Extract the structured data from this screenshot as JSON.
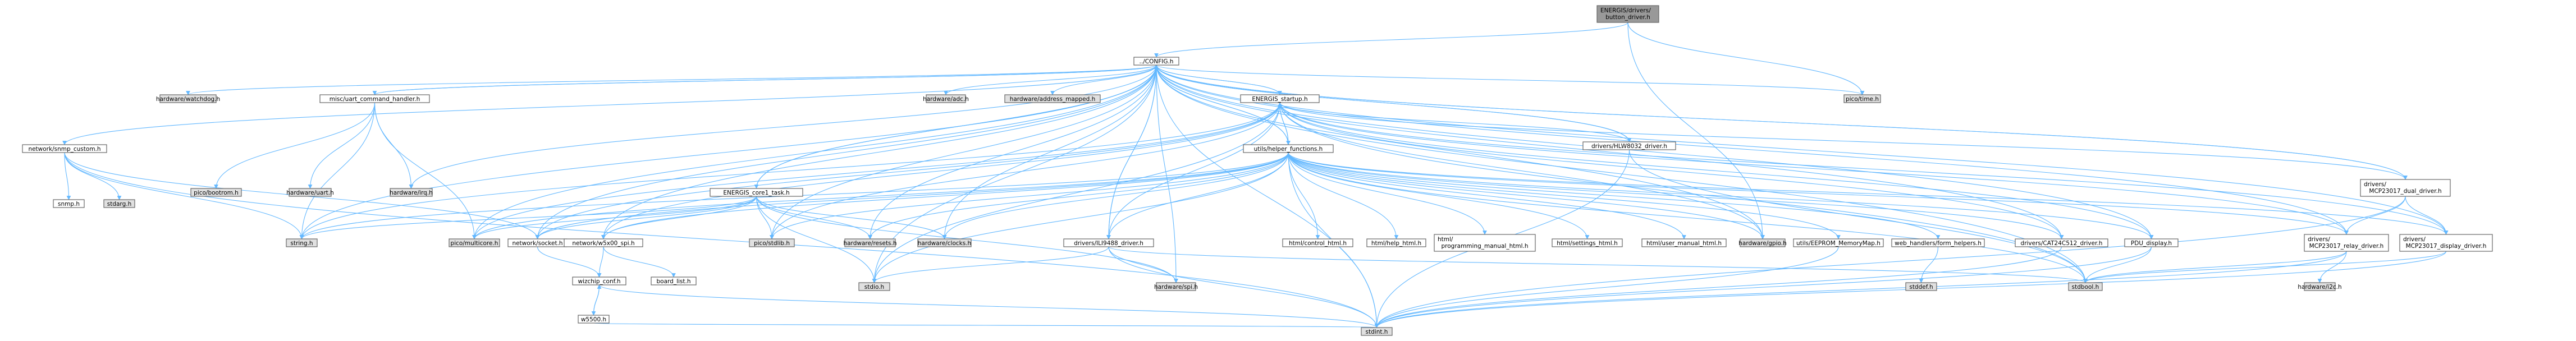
{
  "colors": {
    "root_fill": "#999999",
    "node_fill": "#ffffff",
    "system_header_fill": "#e0e0e0",
    "node_border": "#666666",
    "edge": "#63b8ff"
  },
  "nodes": [
    {
      "id": "root",
      "label": "ENERGIS/drivers/button_driver.h",
      "kind": "root"
    },
    {
      "id": "config",
      "label": "../CONFIG.h",
      "kind": "file"
    },
    {
      "id": "watchdog",
      "label": "hardware/watchdog.h",
      "kind": "system"
    },
    {
      "id": "uart_cmd",
      "label": "misc/uart_command_handler.h",
      "kind": "file"
    },
    {
      "id": "adc",
      "label": "hardware/adc.h",
      "kind": "system"
    },
    {
      "id": "addrmap",
      "label": "hardware/address_mapped.h",
      "kind": "system"
    },
    {
      "id": "picotime",
      "label": "pico/time.h",
      "kind": "system"
    },
    {
      "id": "bootrom",
      "label": "pico/bootrom.h",
      "kind": "system"
    },
    {
      "id": "uart",
      "label": "hardware/uart.h",
      "kind": "system"
    },
    {
      "id": "irq",
      "label": "hardware/irq.h",
      "kind": "system"
    },
    {
      "id": "snmp_custom",
      "label": "network/snmp_custom.h",
      "kind": "file"
    },
    {
      "id": "snmp",
      "label": "snmp.h",
      "kind": "file"
    },
    {
      "id": "stdarg",
      "label": "stdarg.h",
      "kind": "system"
    },
    {
      "id": "string",
      "label": "string.h",
      "kind": "system"
    },
    {
      "id": "core1_task",
      "label": "ENERGIS_core1_task.h",
      "kind": "file"
    },
    {
      "id": "startup",
      "label": "ENERGIS_startup.h",
      "kind": "file"
    },
    {
      "id": "helper",
      "label": "utils/helper_functions.h",
      "kind": "file"
    },
    {
      "id": "hlw8032",
      "label": "drivers/HLW8032_driver.h",
      "kind": "file"
    },
    {
      "id": "multicore",
      "label": "pico/multicore.h",
      "kind": "system"
    },
    {
      "id": "socket",
      "label": "network/socket.h",
      "kind": "file"
    },
    {
      "id": "w5x00_spi",
      "label": "network/w5x00_spi.h",
      "kind": "file"
    },
    {
      "id": "stdlib",
      "label": "pico/stdlib.h",
      "kind": "system"
    },
    {
      "id": "resets",
      "label": "hardware/resets.h",
      "kind": "system"
    },
    {
      "id": "clocks",
      "label": "hardware/clocks.h",
      "kind": "system"
    },
    {
      "id": "ili9488",
      "label": "drivers/ILI9488_driver.h",
      "kind": "file"
    },
    {
      "id": "control_html",
      "label": "html/control_html.h",
      "kind": "file"
    },
    {
      "id": "help_html",
      "label": "html/help_html.h",
      "kind": "file"
    },
    {
      "id": "prog_manual",
      "label": "html/programming_manual_html.h",
      "kind": "file"
    },
    {
      "id": "settings_html",
      "label": "html/settings_html.h",
      "kind": "file"
    },
    {
      "id": "user_manual",
      "label": "html/user_manual_html.h",
      "kind": "file"
    },
    {
      "id": "gpio",
      "label": "hardware/gpio.h",
      "kind": "system"
    },
    {
      "id": "eeprom_map",
      "label": "utils/EEPROM_MemoryMap.h",
      "kind": "file"
    },
    {
      "id": "form_helpers",
      "label": "web_handlers/form_helpers.h",
      "kind": "file"
    },
    {
      "id": "cat24c512",
      "label": "drivers/CAT24C512_driver.h",
      "kind": "file"
    },
    {
      "id": "pdu_display",
      "label": "PDU_display.h",
      "kind": "file"
    },
    {
      "id": "mcp_dual",
      "label": "drivers/MCP23017_dual_driver.h",
      "kind": "file"
    },
    {
      "id": "mcp_relay",
      "label": "drivers/MCP23017_relay_driver.h",
      "kind": "file"
    },
    {
      "id": "mcp_display",
      "label": "drivers/MCP23017_display_driver.h",
      "kind": "file"
    },
    {
      "id": "wizchip_conf",
      "label": "wizchip_conf.h",
      "kind": "file"
    },
    {
      "id": "board_list",
      "label": "board_list.h",
      "kind": "file"
    },
    {
      "id": "stdio",
      "label": "stdio.h",
      "kind": "system"
    },
    {
      "id": "spi",
      "label": "hardware/spi.h",
      "kind": "system"
    },
    {
      "id": "stdbool",
      "label": "stdbool.h",
      "kind": "system"
    },
    {
      "id": "stddef",
      "label": "stddef.h",
      "kind": "system"
    },
    {
      "id": "i2c",
      "label": "hardware/i2c.h",
      "kind": "system"
    },
    {
      "id": "w5500",
      "label": "w5500.h",
      "kind": "file"
    },
    {
      "id": "stdint",
      "label": "stdint.h",
      "kind": "system"
    }
  ],
  "edges": [
    [
      "root",
      "config"
    ],
    [
      "root",
      "picotime"
    ],
    [
      "root",
      "gpio"
    ],
    [
      "config",
      "watchdog"
    ],
    [
      "config",
      "uart_cmd"
    ],
    [
      "config",
      "adc"
    ],
    [
      "config",
      "addrmap"
    ],
    [
      "config",
      "picotime"
    ],
    [
      "config",
      "snmp_custom"
    ],
    [
      "config",
      "core1_task"
    ],
    [
      "config",
      "startup"
    ],
    [
      "config",
      "helper"
    ],
    [
      "config",
      "hlw8032"
    ],
    [
      "config",
      "multicore"
    ],
    [
      "config",
      "socket"
    ],
    [
      "config",
      "w5x00_spi"
    ],
    [
      "config",
      "stdlib"
    ],
    [
      "config",
      "resets"
    ],
    [
      "config",
      "clocks"
    ],
    [
      "config",
      "ili9488"
    ],
    [
      "config",
      "gpio"
    ],
    [
      "config",
      "cat24c512"
    ],
    [
      "config",
      "pdu_display"
    ],
    [
      "config",
      "mcp_dual"
    ],
    [
      "config",
      "mcp_relay"
    ],
    [
      "config",
      "mcp_display"
    ],
    [
      "config",
      "string"
    ],
    [
      "config",
      "stdio"
    ],
    [
      "config",
      "spi"
    ],
    [
      "config",
      "stdbool"
    ],
    [
      "config",
      "stdint"
    ],
    [
      "config",
      "irq"
    ],
    [
      "uart_cmd",
      "bootrom"
    ],
    [
      "uart_cmd",
      "uart"
    ],
    [
      "uart_cmd",
      "irq"
    ],
    [
      "uart_cmd",
      "string"
    ],
    [
      "uart_cmd",
      "multicore"
    ],
    [
      "uart_cmd",
      "config"
    ],
    [
      "snmp_custom",
      "snmp"
    ],
    [
      "snmp_custom",
      "stdarg"
    ],
    [
      "snmp_custom",
      "string"
    ],
    [
      "snmp_custom",
      "stdint"
    ],
    [
      "snmp_custom",
      "socket"
    ],
    [
      "core1_task",
      "config"
    ],
    [
      "core1_task",
      "string"
    ],
    [
      "core1_task",
      "multicore"
    ],
    [
      "core1_task",
      "socket"
    ],
    [
      "core1_task",
      "w5x00_spi"
    ],
    [
      "core1_task",
      "stdlib"
    ],
    [
      "core1_task",
      "resets"
    ],
    [
      "core1_task",
      "clocks"
    ],
    [
      "core1_task",
      "stdio"
    ],
    [
      "core1_task",
      "spi"
    ],
    [
      "startup",
      "config"
    ],
    [
      "startup",
      "helper"
    ],
    [
      "startup",
      "hlw8032"
    ],
    [
      "startup",
      "multicore"
    ],
    [
      "startup",
      "socket"
    ],
    [
      "startup",
      "w5x00_spi"
    ],
    [
      "startup",
      "stdlib"
    ],
    [
      "startup",
      "string"
    ],
    [
      "startup",
      "ili9488"
    ],
    [
      "startup",
      "gpio"
    ],
    [
      "startup",
      "cat24c512"
    ],
    [
      "startup",
      "pdu_display"
    ],
    [
      "startup",
      "mcp_dual"
    ],
    [
      "startup",
      "mcp_relay"
    ],
    [
      "startup",
      "mcp_display"
    ],
    [
      "startup",
      "stdio"
    ],
    [
      "startup",
      "stdbool"
    ],
    [
      "helper",
      "config"
    ],
    [
      "helper",
      "startup"
    ],
    [
      "helper",
      "control_html"
    ],
    [
      "helper",
      "help_html"
    ],
    [
      "helper",
      "prog_manual"
    ],
    [
      "helper",
      "settings_html"
    ],
    [
      "helper",
      "user_manual"
    ],
    [
      "helper",
      "gpio"
    ],
    [
      "helper",
      "eeprom_map"
    ],
    [
      "helper",
      "form_helpers"
    ],
    [
      "helper",
      "cat24c512"
    ],
    [
      "helper",
      "pdu_display"
    ],
    [
      "helper",
      "mcp_relay"
    ],
    [
      "helper",
      "mcp_display"
    ],
    [
      "helper",
      "ili9488"
    ],
    [
      "helper",
      "string"
    ],
    [
      "helper",
      "multicore"
    ],
    [
      "helper",
      "socket"
    ],
    [
      "helper",
      "w5x00_spi"
    ],
    [
      "helper",
      "stdlib"
    ],
    [
      "helper",
      "resets"
    ],
    [
      "helper",
      "clocks"
    ],
    [
      "helper",
      "stdio"
    ],
    [
      "helper",
      "stdbool"
    ],
    [
      "helper",
      "stdint"
    ],
    [
      "hlw8032",
      "config"
    ],
    [
      "hlw8032",
      "stdbool"
    ],
    [
      "hlw8032",
      "stdint"
    ],
    [
      "ili9488",
      "config"
    ],
    [
      "ili9488",
      "spi"
    ],
    [
      "ili9488",
      "stdio"
    ],
    [
      "ili9488",
      "stdint"
    ],
    [
      "ili9488",
      "stdbool"
    ],
    [
      "w5x00_spi",
      "wizchip_conf"
    ],
    [
      "w5x00_spi",
      "board_list"
    ],
    [
      "socket",
      "wizchip_conf"
    ],
    [
      "wizchip_conf",
      "stdint"
    ],
    [
      "wizchip_conf",
      "w5500"
    ],
    [
      "w5500",
      "wizchip_conf"
    ],
    [
      "w5500",
      "stdint"
    ],
    [
      "eeprom_map",
      "stdint"
    ],
    [
      "form_helpers",
      "stddef"
    ],
    [
      "cat24c512",
      "stdint"
    ],
    [
      "pdu_display",
      "stdbool"
    ],
    [
      "pdu_display",
      "stdint"
    ],
    [
      "mcp_dual",
      "config"
    ],
    [
      "mcp_dual",
      "mcp_relay"
    ],
    [
      "mcp_dual",
      "mcp_display"
    ],
    [
      "mcp_dual",
      "stdint"
    ],
    [
      "mcp_relay",
      "i2c"
    ],
    [
      "mcp_relay",
      "stdint"
    ],
    [
      "mcp_relay",
      "stdbool"
    ],
    [
      "mcp_display",
      "stdint"
    ],
    [
      "mcp_display",
      "stdbool"
    ]
  ]
}
